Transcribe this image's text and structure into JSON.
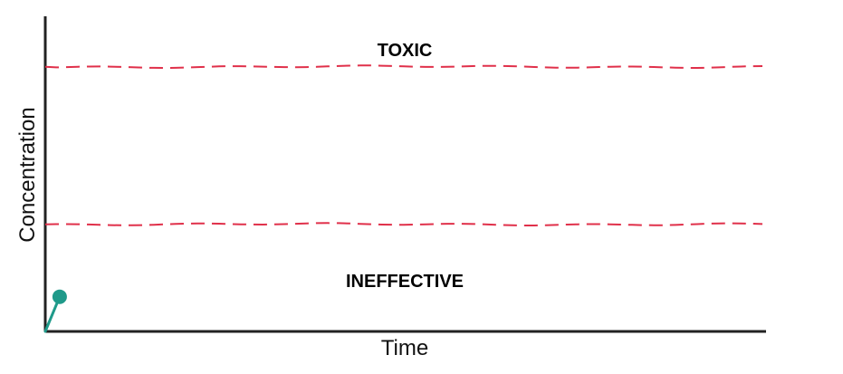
{
  "chart_data": {
    "type": "line",
    "title": "",
    "xlabel": "Time",
    "ylabel": "Concentration",
    "x_ticks": [],
    "y_ticks": [],
    "grid": false,
    "legend": "none",
    "xlim": [
      0,
      100
    ],
    "ylim": [
      0,
      100
    ],
    "thresholds": [
      {
        "label": "TOXIC",
        "value": 84,
        "style": "dashed"
      },
      {
        "label": "INEFFECTIVE",
        "value": 34,
        "style": "dashed"
      }
    ],
    "series": [
      {
        "x": [
          0,
          2
        ],
        "y": [
          0,
          11
        ]
      }
    ],
    "colors": {
      "axis": "#222222",
      "threshold": "#e0304a",
      "zone_label": "#d93a4e",
      "series": "#1f9a8a"
    }
  }
}
